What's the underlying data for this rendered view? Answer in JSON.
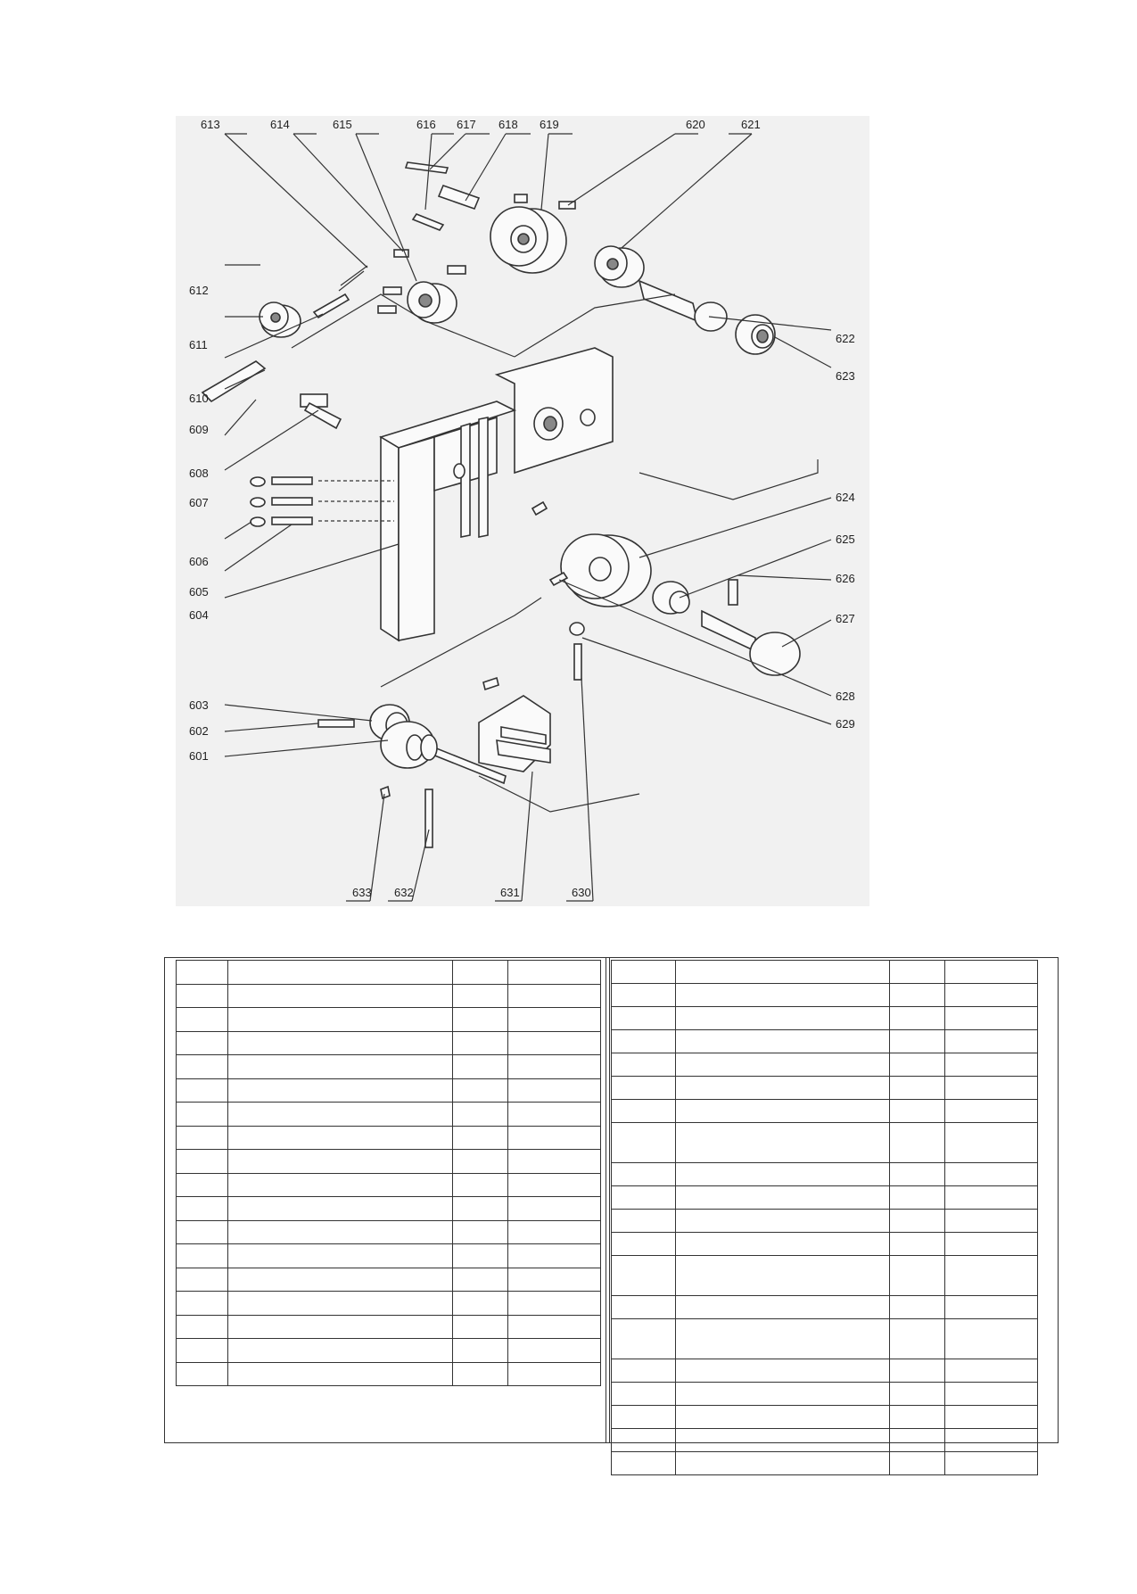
{
  "diagram": {
    "callouts": [
      "601",
      "602",
      "603",
      "604",
      "605",
      "606",
      "607",
      "608",
      "609",
      "610",
      "611",
      "612",
      "613",
      "614",
      "615",
      "616",
      "617",
      "618",
      "619",
      "620",
      "621",
      "622",
      "623",
      "624",
      "625",
      "626",
      "627",
      "628",
      "629",
      "630",
      "631",
      "632",
      "633"
    ]
  },
  "parts_table": {
    "left_rows": 18,
    "right_rows": 20,
    "tall_rows_right": [
      7,
      12,
      14
    ],
    "columns": 4
  }
}
